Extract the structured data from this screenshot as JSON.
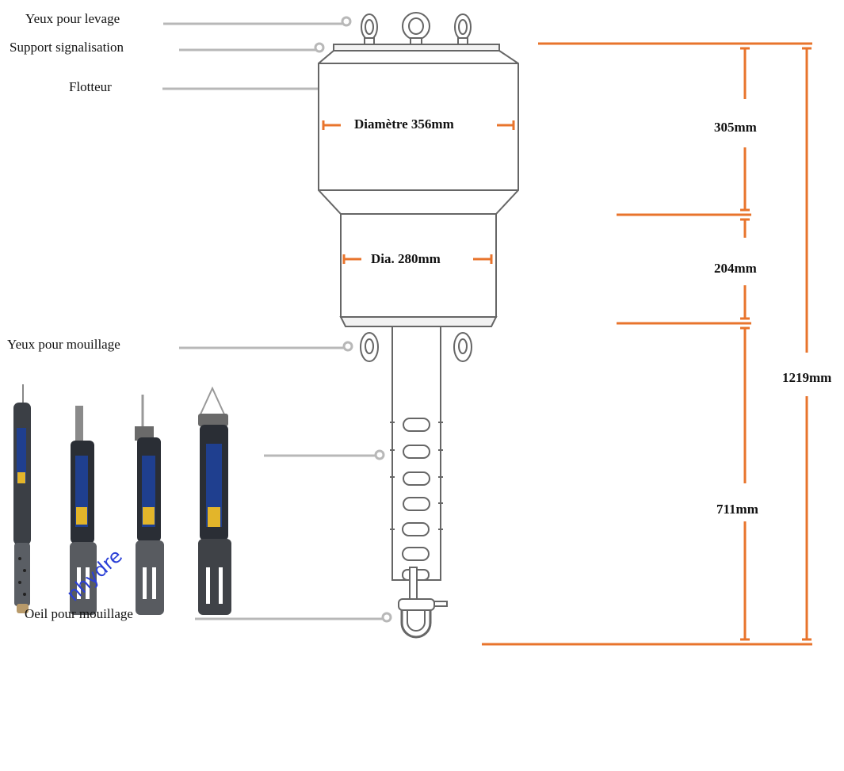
{
  "labels": {
    "lifting_eyes": "Yeux pour levage",
    "signal_support": "Support signalisation",
    "float": "Flotteur",
    "mooring_eyes": "Yeux pour mouillage",
    "mooring_eye": "Oeil pour mouillage"
  },
  "dimensions": {
    "float_diameter": "Diamètre 356mm",
    "lower_diameter": "Dia. 280mm",
    "h_float": "305mm",
    "h_lower": "204mm",
    "h_tube": "711mm",
    "h_total": "1219mm"
  },
  "watermark": "nhydre",
  "colors": {
    "dimension": "#e8742c",
    "callout": "#b8b8b8",
    "outline": "#666666",
    "sonde_body": "#3b3f45",
    "sonde_label": "#1f3f8f",
    "watermark": "#2a3fd6"
  }
}
